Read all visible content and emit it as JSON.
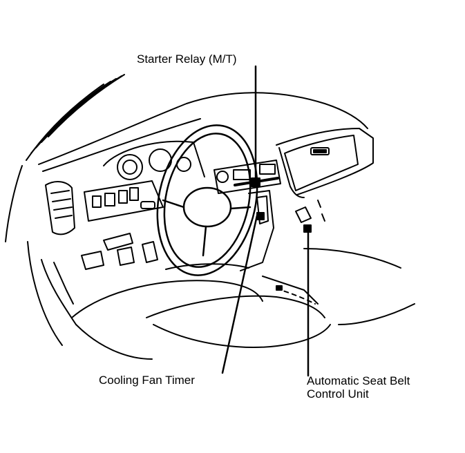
{
  "labels": {
    "starter_relay": "Starter Relay (M/T)",
    "cooling_fan_timer": "Cooling Fan Timer",
    "seat_belt_line1": "Automatic Seat Belt",
    "seat_belt_line2": "Control Unit"
  },
  "colors": {
    "ink": "#000000",
    "paper": "#ffffff"
  }
}
